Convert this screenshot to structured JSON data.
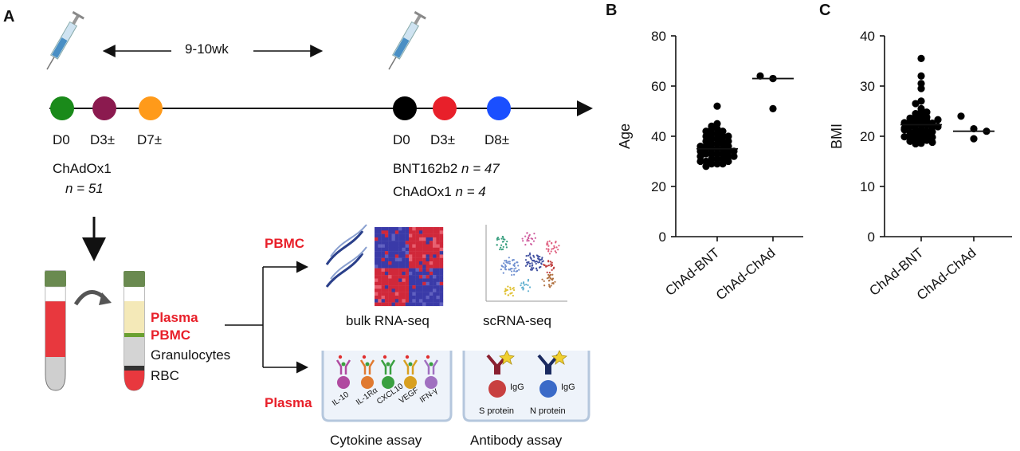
{
  "panels": {
    "a": "A",
    "b": "B",
    "c": "C"
  },
  "timeline": {
    "interval": "9-10wk",
    "colors": {
      "d0_first": "#1a8a1a",
      "d3_first": "#8b1a4f",
      "d7": "#ff9a1a",
      "d0_second": "#000000",
      "d3_second": "#e8202a",
      "d8": "#1a4fff"
    },
    "left_labels": [
      "D0",
      "D3±",
      "D7±"
    ],
    "right_labels": [
      "D0",
      "D3±",
      "D8±"
    ],
    "left_vaccine": "ChAdOx1",
    "left_n": "n = 51",
    "right_vaccine_1": "BNT162b2",
    "right_n_1": "n = 47",
    "right_vaccine_2": "ChAdOx1",
    "right_n_2": "n = 4"
  },
  "tube": {
    "plasma": "Plasma",
    "pbmc": "PBMC",
    "granulocytes": "Granulocytes",
    "rbc": "RBC"
  },
  "branches": {
    "pbmc": "PBMC",
    "plasma": "Plasma",
    "bulk": "bulk RNA-seq",
    "sc": "scRNA-seq",
    "cytokine": "Cytokine assay",
    "antibody": "Antibody assay",
    "cytokines": [
      "IL-10",
      "IL-1Rα",
      "CXCL10",
      "VEGF",
      "IFN-γ"
    ],
    "cytokine_colors": [
      "#b04aa0",
      "#e07a30",
      "#3aa040",
      "#d8a020",
      "#a070c0"
    ],
    "igg": "IgG",
    "s_protein": "S protein",
    "n_protein": "N protein"
  },
  "chart_data": [
    {
      "type": "scatter",
      "ylabel": "Age",
      "ylim": [
        0,
        80
      ],
      "yticks": [
        0,
        20,
        40,
        60,
        80
      ],
      "categories": [
        "ChAd-BNT",
        "ChAd-ChAd"
      ],
      "series": [
        {
          "category": "ChAd-BNT",
          "median": 35,
          "values": [
            52,
            45,
            44,
            43,
            43,
            42,
            42,
            41,
            41,
            40,
            40,
            40,
            39,
            39,
            38,
            38,
            38,
            37,
            37,
            37,
            36,
            36,
            36,
            35,
            35,
            35,
            35,
            34,
            34,
            34,
            33,
            33,
            33,
            33,
            32,
            32,
            32,
            31,
            31,
            31,
            30,
            30,
            30,
            29,
            29,
            29,
            28
          ]
        },
        {
          "category": "ChAd-ChAd",
          "median": 63,
          "values": [
            64,
            63,
            63,
            51
          ]
        }
      ]
    },
    {
      "type": "scatter",
      "ylabel": "BMI",
      "ylim": [
        0,
        40
      ],
      "yticks": [
        0,
        10,
        20,
        30,
        40
      ],
      "categories": [
        "ChAd-BNT",
        "ChAd-ChAd"
      ],
      "series": [
        {
          "category": "ChAd-BNT",
          "median": 22.3,
          "values": [
            35.5,
            32,
            30.5,
            29.5,
            27,
            26.5,
            25.5,
            25,
            24.5,
            24.3,
            24,
            23.8,
            23.6,
            23.4,
            23.2,
            23,
            22.8,
            22.6,
            22.4,
            22.3,
            22.2,
            22,
            21.8,
            21.6,
            21.4,
            21.2,
            21,
            20.8,
            20.6,
            20.4,
            20.2,
            20,
            19.8,
            19.6,
            19.4,
            19.2,
            19,
            18.8,
            18.6,
            18.5,
            21.9,
            22.7,
            23.3,
            20.9,
            19.9,
            24.8,
            21.3
          ]
        },
        {
          "category": "ChAd-ChAd",
          "median": 21,
          "values": [
            24,
            21.5,
            21,
            19.5
          ]
        }
      ]
    }
  ]
}
